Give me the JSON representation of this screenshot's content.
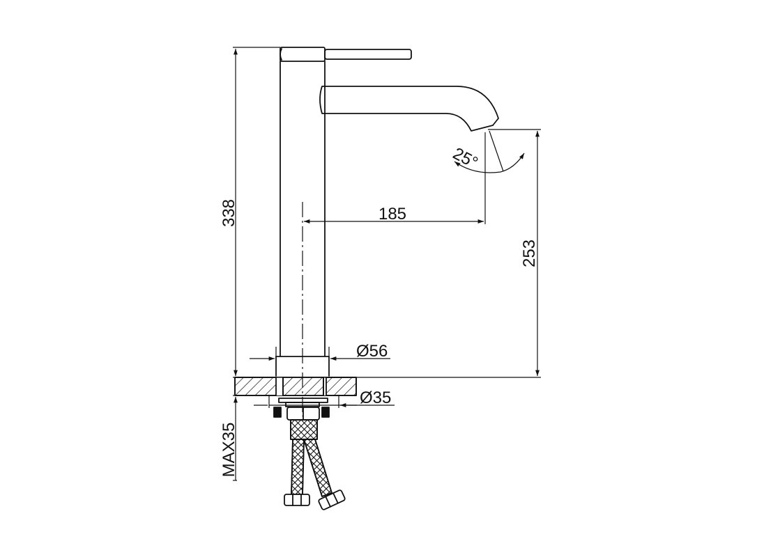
{
  "labels": {
    "overall_height": "338",
    "spout_reach": "185",
    "spout_height": "253",
    "body_diameter": "Ø56",
    "mount_diameter": "Ø35",
    "max_deck": "MAX35",
    "spout_angle": "25°"
  },
  "colors": {
    "line": "#111111",
    "background": "#ffffff"
  }
}
